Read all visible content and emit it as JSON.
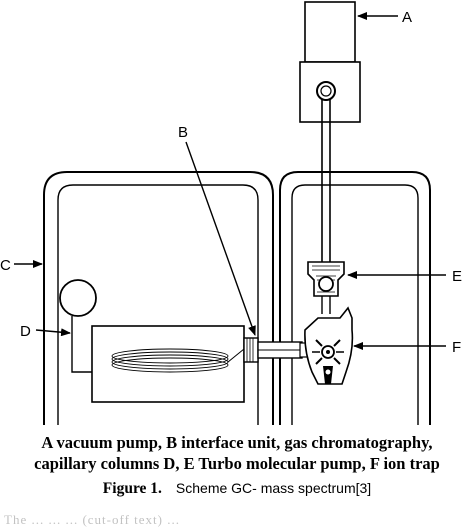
{
  "labels": {
    "a": "A",
    "b": "B",
    "c": "C",
    "d": "D",
    "e": "E",
    "f": "F"
  },
  "caption": {
    "line1": "A vacuum pump, B interface unit, gas chromatography,",
    "line2": "capillary columns D, E Turbo molecular pump, F ion trap"
  },
  "figure": {
    "number": "Figure 1.",
    "title": "Scheme GC- mass spectrum[3]"
  },
  "footer_text": "The ... ... ... (cut-off text) ..."
}
